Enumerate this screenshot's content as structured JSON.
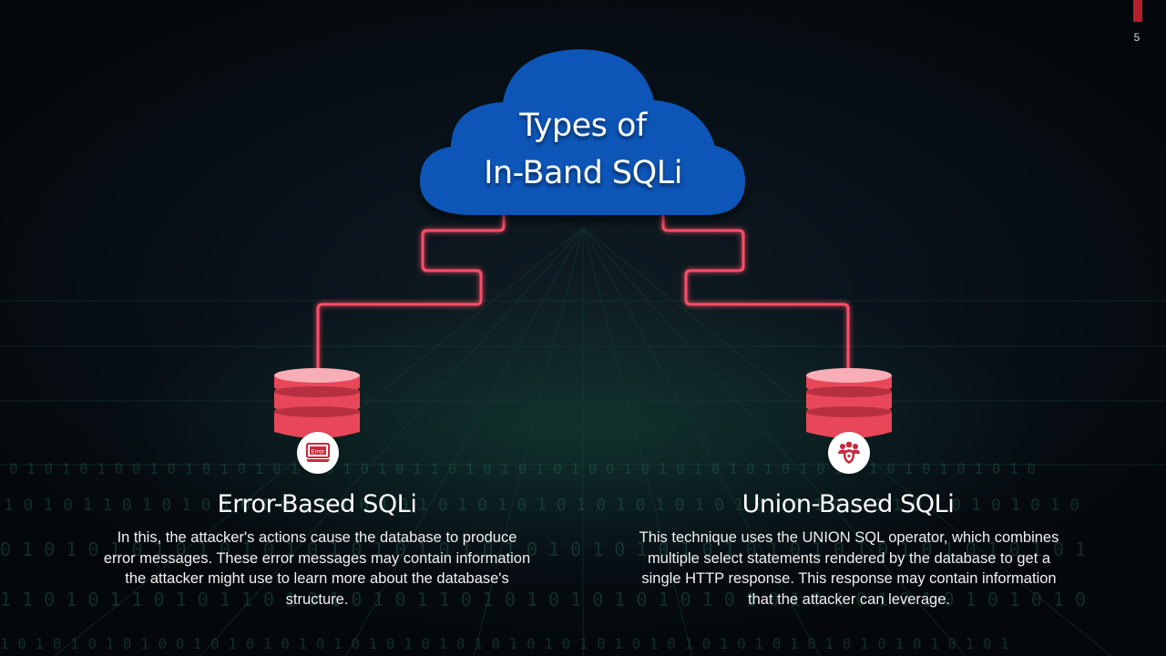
{
  "slide": {
    "page_number": "5",
    "title_lines": [
      "Types of",
      "In-Band SQLi"
    ]
  },
  "items": [
    {
      "title": "Error-Based SQLi",
      "icon": "error-monitor-icon",
      "badge_text": "Error",
      "description": "In this, the attacker's actions cause the database to produce error messages. These error messages may contain information the attacker might use to learn more about the database's structure."
    },
    {
      "title": "Union-Based SQLi",
      "icon": "users-shield-icon",
      "description": "This technique uses the UNION SQL operator, which combines multiple select statements rendered by the database to get a  single HTTP response. This response may contain information that the attacker can leverage."
    }
  ],
  "colors": {
    "cloud": "#0b57b8",
    "connector": "#ff4d68",
    "database": "#e8475a",
    "accent": "#b3202b"
  }
}
